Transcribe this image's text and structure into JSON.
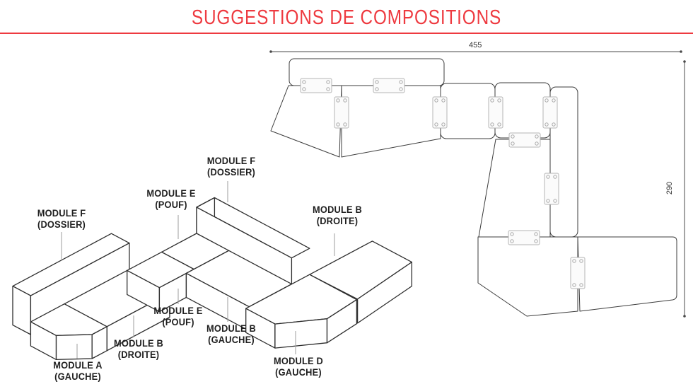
{
  "title": "SUGGESTIONS DE COMPOSITIONS",
  "accent_color": "#ee3a40",
  "iso": {
    "labels": [
      {
        "line1": "MODULE F",
        "line2": "(DOSSIER)"
      },
      {
        "line1": "MODULE E",
        "line2": "(POUF)"
      },
      {
        "line1": "MODULE F",
        "line2": "(DOSSIER)"
      },
      {
        "line1": "MODULE B",
        "line2": "(DROITE)"
      },
      {
        "line1": "MODULE E",
        "line2": "(POUF)"
      },
      {
        "line1": "MODULE B",
        "line2": "(DROITE)"
      },
      {
        "line1": "MODULE A",
        "line2": "(GAUCHE)"
      },
      {
        "line1": "MODULE B",
        "line2": "(GAUCHE)"
      },
      {
        "line1": "MODULE D",
        "line2": "(GAUCHE)"
      }
    ]
  },
  "plan": {
    "width_dim": "455",
    "height_dim": "290"
  }
}
